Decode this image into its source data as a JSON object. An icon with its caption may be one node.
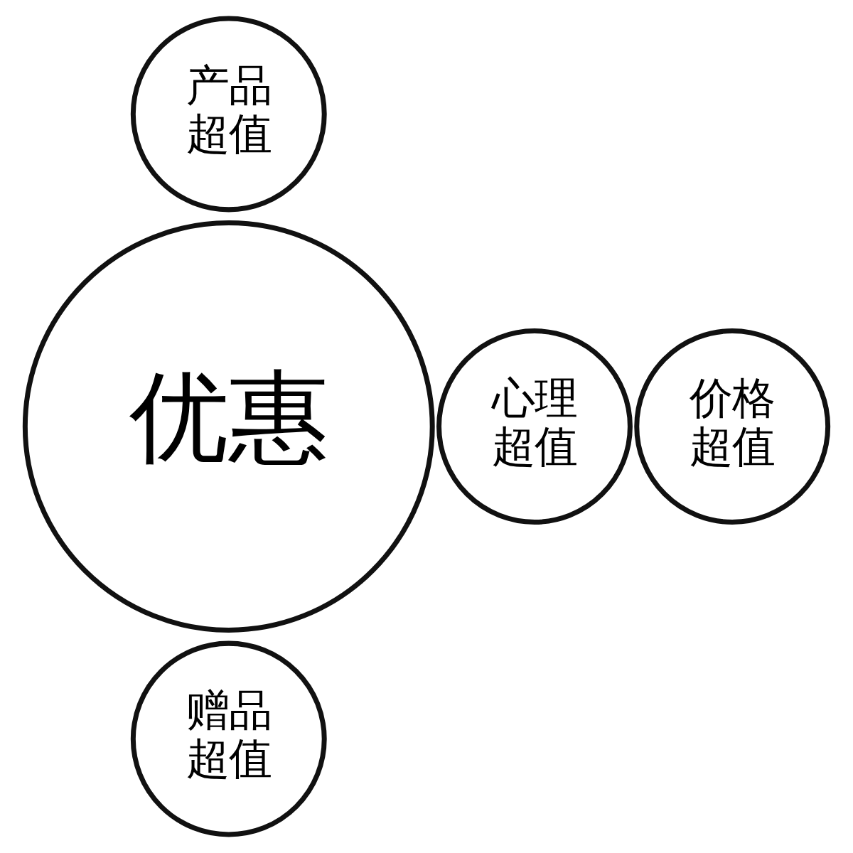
{
  "diagram": {
    "nodes": [
      {
        "text": [
          "产品超值"
        ]
      },
      {
        "text": [
          "心理超值"
        ]
      },
      {
        "text": [
          "优惠"
        ]
      },
      {
        "text": [
          "价格超值"
        ]
      },
      {
        "text": [
          "赠品超值"
        ]
      }
    ]
  }
}
